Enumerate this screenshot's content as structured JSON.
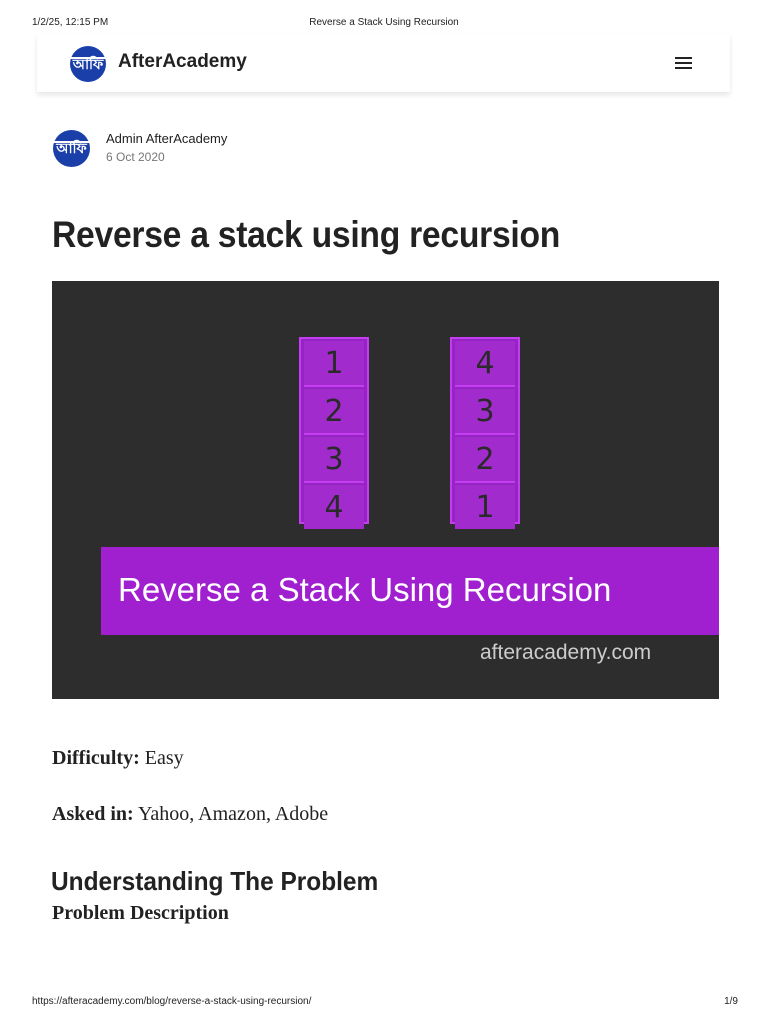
{
  "print_header": {
    "datetime": "1/2/25, 12:15 PM",
    "doc_title": "Reverse a Stack Using Recursion"
  },
  "navbar": {
    "logo_text": "আফি",
    "brand": "AfterAcademy",
    "menu_icon": "hamburger-menu-icon"
  },
  "author": {
    "name": "Admin AfterAcademy",
    "date": "6 Oct 2020"
  },
  "article": {
    "title": "Reverse a stack using recursion"
  },
  "hero": {
    "stack_original": [
      "1",
      "2",
      "3",
      "4"
    ],
    "stack_reversed": [
      "4",
      "3",
      "2",
      "1"
    ],
    "banner_text": "Reverse a Stack Using Recursion",
    "site": "afteracademy.com",
    "colors": {
      "background": "#2d2d2d",
      "accent": "#a020d0"
    }
  },
  "meta": {
    "difficulty_label": "Difficulty:",
    "difficulty_value": "Easy",
    "asked_label": "Asked in:",
    "asked_value": "Yahoo, Amazon, Adobe"
  },
  "sections": {
    "heading": "Understanding The Problem",
    "subheading": "Problem Description"
  },
  "print_footer": {
    "url": "https://afteracademy.com/blog/reverse-a-stack-using-recursion/",
    "page": "1/9"
  }
}
